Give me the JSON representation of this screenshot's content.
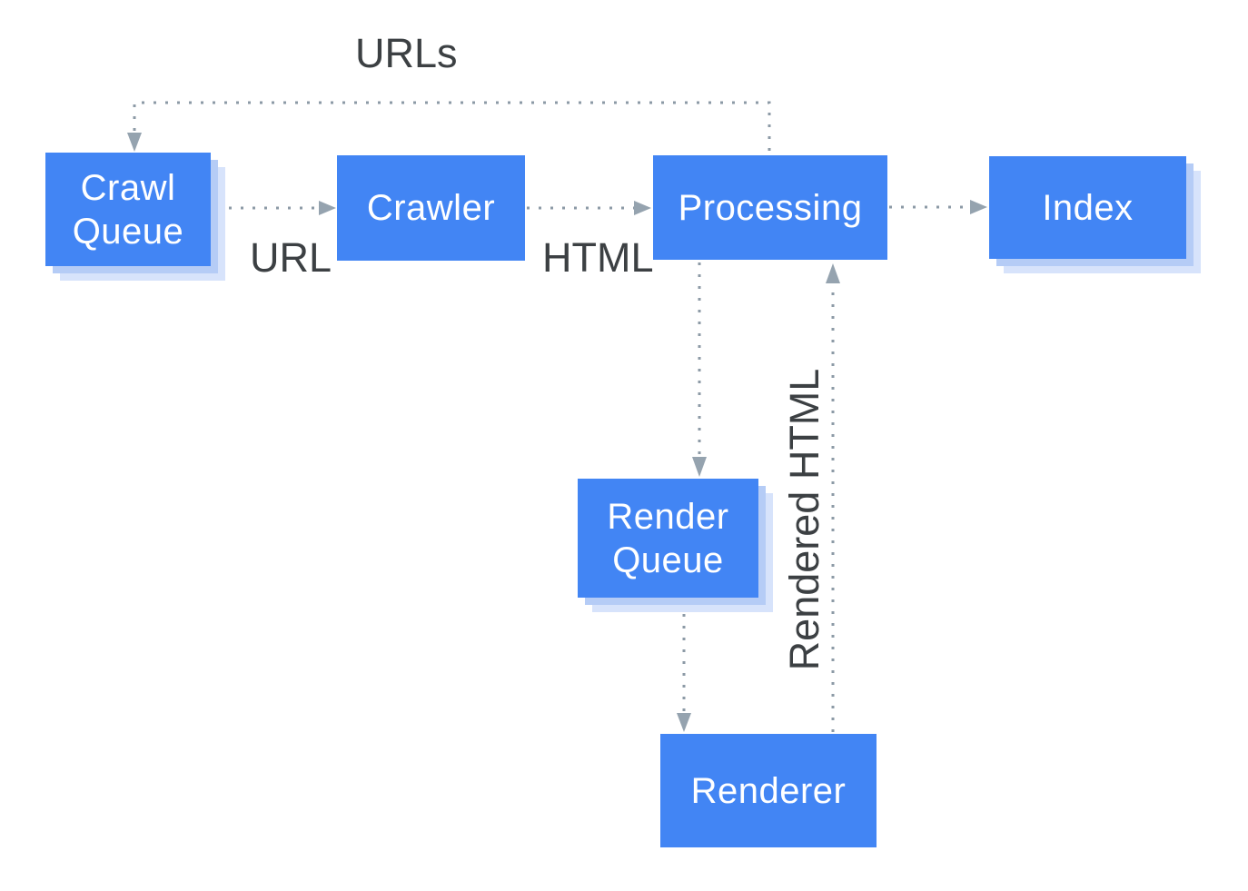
{
  "diagram": {
    "title_context": "Search crawl, render and index pipeline",
    "nodes": [
      {
        "id": "crawl-queue",
        "label": "Crawl Queue",
        "shadow": true
      },
      {
        "id": "crawler",
        "label": "Crawler",
        "shadow": false
      },
      {
        "id": "processing",
        "label": "Processing",
        "shadow": false
      },
      {
        "id": "index",
        "label": "Index",
        "shadow": true
      },
      {
        "id": "render-queue",
        "label": "Render Queue",
        "shadow": true
      },
      {
        "id": "renderer",
        "label": "Renderer",
        "shadow": false
      }
    ],
    "edges": [
      {
        "from": "processing",
        "to": "crawl-queue",
        "label": "URLs",
        "style": "dotted"
      },
      {
        "from": "crawl-queue",
        "to": "crawler",
        "label": "URL",
        "style": "dotted"
      },
      {
        "from": "crawler",
        "to": "processing",
        "label": "HTML",
        "style": "dotted"
      },
      {
        "from": "processing",
        "to": "index",
        "label": "",
        "style": "dotted"
      },
      {
        "from": "processing",
        "to": "render-queue",
        "label": "",
        "style": "dotted"
      },
      {
        "from": "render-queue",
        "to": "renderer",
        "label": "",
        "style": "dotted"
      },
      {
        "from": "renderer",
        "to": "processing",
        "label": "Rendered HTML",
        "style": "dotted"
      }
    ],
    "edge_labels": {
      "urls": "URLs",
      "url": "URL",
      "html": "HTML",
      "rendered_html": "Rendered HTML"
    },
    "colors": {
      "node_fill": "#4285f4",
      "node_text": "#ffffff",
      "shadow_inner": "#b5ccf6",
      "shadow_outer": "#d7e3fb",
      "connector": "#8c9aa6",
      "connector_arrow": "#95a3af",
      "label_text": "#3c4043",
      "background": "#ffffff"
    }
  }
}
